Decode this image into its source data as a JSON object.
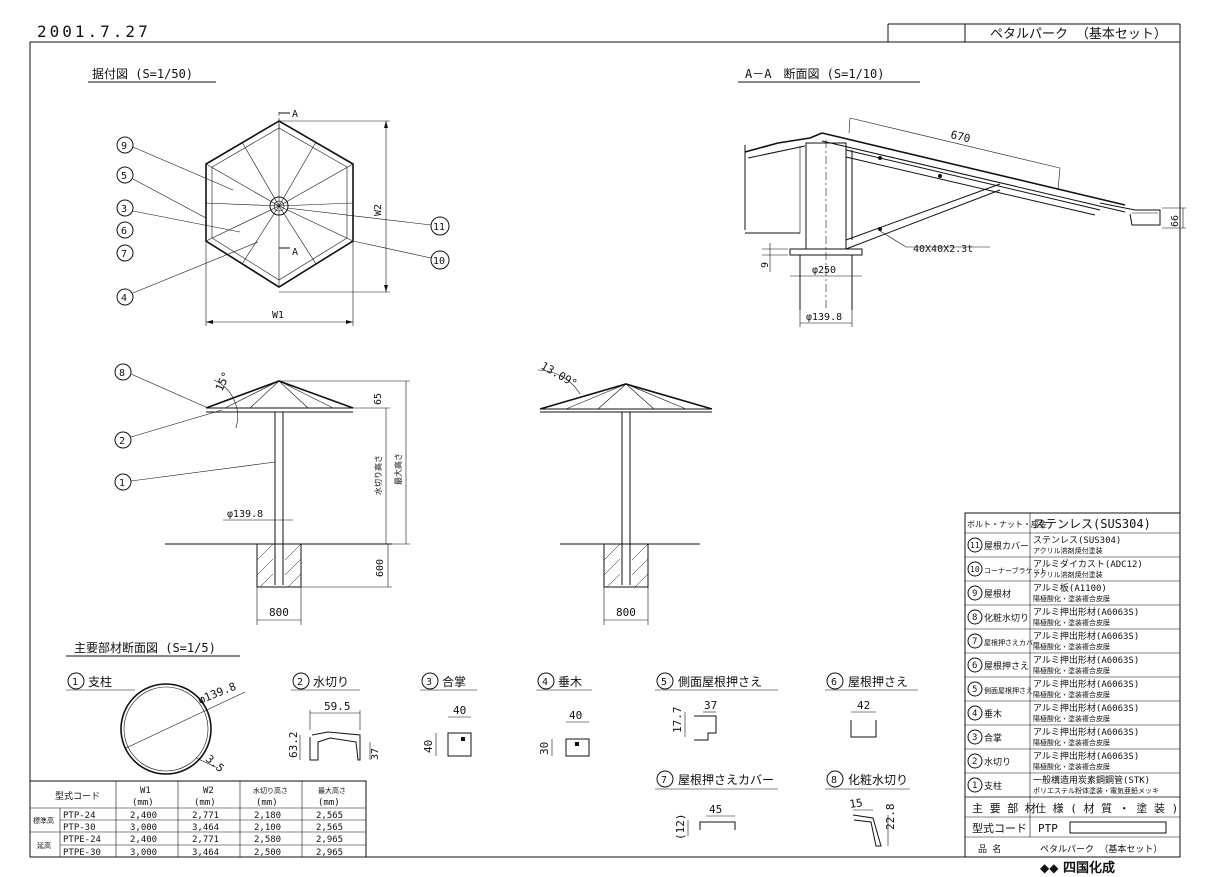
{
  "header": {
    "date": "2001.7.27",
    "product_title": "ペタルパーク （基本セット）"
  },
  "views": {
    "plan_title": "据付図 (S=1/50)",
    "section_title": "A－A　断面図 (S=1/10)",
    "members_title": "主要部材断面図 (S=1/5)"
  },
  "plan": {
    "callouts": [
      "9",
      "5",
      "3",
      "6",
      "7",
      "4",
      "11",
      "10"
    ],
    "section_mark_top": "A",
    "section_mark_bottom": "A",
    "dim_w1": "W1",
    "dim_w2": "W2"
  },
  "section": {
    "dim_670": "670",
    "dim_66": "66",
    "dim_9": "9",
    "dim_phi250": "φ250",
    "dim_pipe": "φ139.8",
    "dim_angle": "40X40X2.3t"
  },
  "elevation1": {
    "callouts": [
      "8",
      "2",
      "1"
    ],
    "angle": "15°",
    "dim_65": "65",
    "label_water": "水切り高さ",
    "label_max": "最大高さ",
    "dim_pipe": "φ139.8",
    "dim_600": "600",
    "dim_800": "800"
  },
  "elevation2": {
    "angle": "13.09°",
    "dim_800": "800"
  },
  "members": [
    {
      "num": "1",
      "name": "支柱",
      "dims": [
        "φ139.8",
        "3.5"
      ]
    },
    {
      "num": "2",
      "name": "水切り",
      "dims": [
        "59.5",
        "63.2",
        "37"
      ]
    },
    {
      "num": "3",
      "name": "合掌",
      "dims": [
        "40",
        "40"
      ]
    },
    {
      "num": "4",
      "name": "垂木",
      "dims": [
        "40",
        "30"
      ]
    },
    {
      "num": "5",
      "name": "側面屋根押さえ",
      "dims": [
        "37",
        "17.7"
      ]
    },
    {
      "num": "6",
      "name": "屋根押さえ",
      "dims": [
        "42"
      ]
    },
    {
      "num": "7",
      "name": "屋根押さえカバー",
      "dims": [
        "45",
        "(12)"
      ]
    },
    {
      "num": "8",
      "name": "化粧水切り",
      "dims": [
        "15",
        "22.8"
      ]
    }
  ],
  "size_table": {
    "headers": [
      "型式コード",
      "W1",
      "W2",
      "水切り高さ",
      "最大高さ"
    ],
    "units": [
      "(mm)",
      "(mm)",
      "(mm)",
      "(mm)"
    ],
    "groups": [
      {
        "label": "標準高",
        "rows": [
          {
            "code": "PTP-24",
            "values": [
              "2,400",
              "2,771",
              "2,180",
              "2,565"
            ]
          },
          {
            "code": "PTP-30",
            "values": [
              "3,000",
              "3,464",
              "2,100",
              "2,565"
            ]
          }
        ]
      },
      {
        "label": "延高",
        "rows": [
          {
            "code": "PTPE-24",
            "values": [
              "2,400",
              "2,771",
              "2,580",
              "2,965"
            ]
          },
          {
            "code": "PTPE-30",
            "values": [
              "3,000",
              "3,464",
              "2,500",
              "2,965"
            ]
          }
        ]
      }
    ]
  },
  "parts_table": {
    "bolt_label": "ボルト・ナット・座金",
    "bolt_spec": "ステンレス(SUS304)",
    "rows": [
      {
        "num": "11",
        "name": "屋根カバー",
        "spec1": "ステンレス(SUS304)",
        "spec2": "アクリル溶剤焼付塗装"
      },
      {
        "num": "10",
        "name": "コーナーブラケット",
        "spec1": "アルミダイカスト(ADC12)",
        "spec2": "アクリル溶剤焼付塗装"
      },
      {
        "num": "9",
        "name": "屋根材",
        "spec1": "アルミ板(A1100)",
        "spec2": "陽極酸化・塗装複合皮膜"
      },
      {
        "num": "8",
        "name": "化粧水切り",
        "spec1": "アルミ押出形材(A6063S)",
        "spec2": "陽極酸化・塗装複合皮膜"
      },
      {
        "num": "7",
        "name": "屋根押さえカバー",
        "spec1": "アルミ押出形材(A6063S)",
        "spec2": "陽極酸化・塗装複合皮膜"
      },
      {
        "num": "6",
        "name": "屋根押さえ",
        "spec1": "アルミ押出形材(A6063S)",
        "spec2": "陽極酸化・塗装複合皮膜"
      },
      {
        "num": "5",
        "name": "側面屋根押さえ",
        "spec1": "アルミ押出形材(A6063S)",
        "spec2": "陽極酸化・塗装複合皮膜"
      },
      {
        "num": "4",
        "name": "垂木",
        "spec1": "アルミ押出形材(A6063S)",
        "spec2": "陽極酸化・塗装複合皮膜"
      },
      {
        "num": "3",
        "name": "合掌",
        "spec1": "アルミ押出形材(A6063S)",
        "spec2": "陽極酸化・塗装複合皮膜"
      },
      {
        "num": "2",
        "name": "水切り",
        "spec1": "アルミ押出形材(A6063S)",
        "spec2": "陽極酸化・塗装複合皮膜"
      },
      {
        "num": "1",
        "name": "支柱",
        "spec1": "一般構造用炭素鋼鋼管(STK)",
        "spec2": "ポリエステル粉体塗装・電気亜鉛メッキ"
      }
    ],
    "header_part": "主 要 部 材",
    "header_spec": "仕 様 ( 材 質 ・ 塗 装 )",
    "model_label": "型式コード",
    "model_value": "PTP",
    "name_label": "品 名",
    "name_value": "ペタルパーク （基本セット）",
    "company": "四国化成"
  }
}
